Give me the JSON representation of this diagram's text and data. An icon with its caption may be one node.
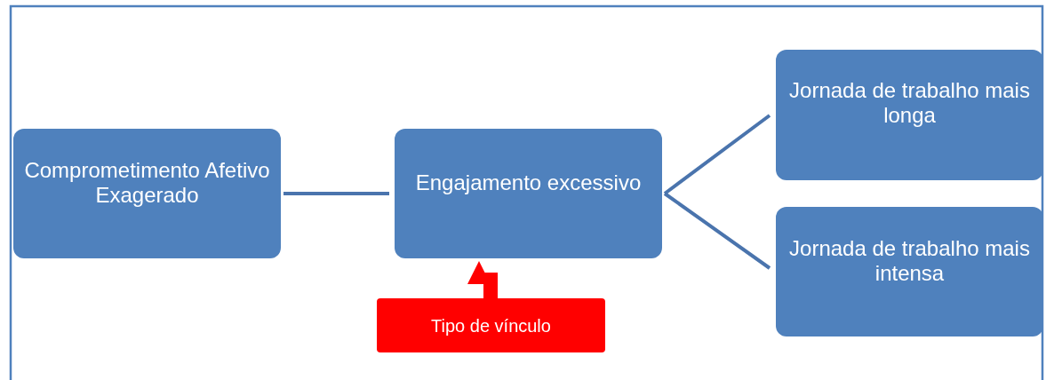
{
  "diagram": {
    "nodes": [
      {
        "text": [
          "Comprometimento Afetivo Exagerado"
        ]
      },
      {
        "text": [
          "Engajamento excessivo"
        ]
      },
      {
        "text": [
          "Jornada de trabalho mais longa"
        ]
      },
      {
        "text": [
          "Jornada de trabalho mais intensa"
        ]
      },
      {
        "text": [
          "Tipo de vínculo"
        ]
      }
    ],
    "edges": [
      {
        "from": 0,
        "to": 1,
        "arrow": "none"
      },
      {
        "from": 1,
        "to": 2,
        "arrow": "none"
      },
      {
        "from": 1,
        "to": 3,
        "arrow": "none"
      },
      {
        "from": 4,
        "to": 1,
        "arrow": "to",
        "style": "thick",
        "color": "#ff0000"
      }
    ]
  }
}
